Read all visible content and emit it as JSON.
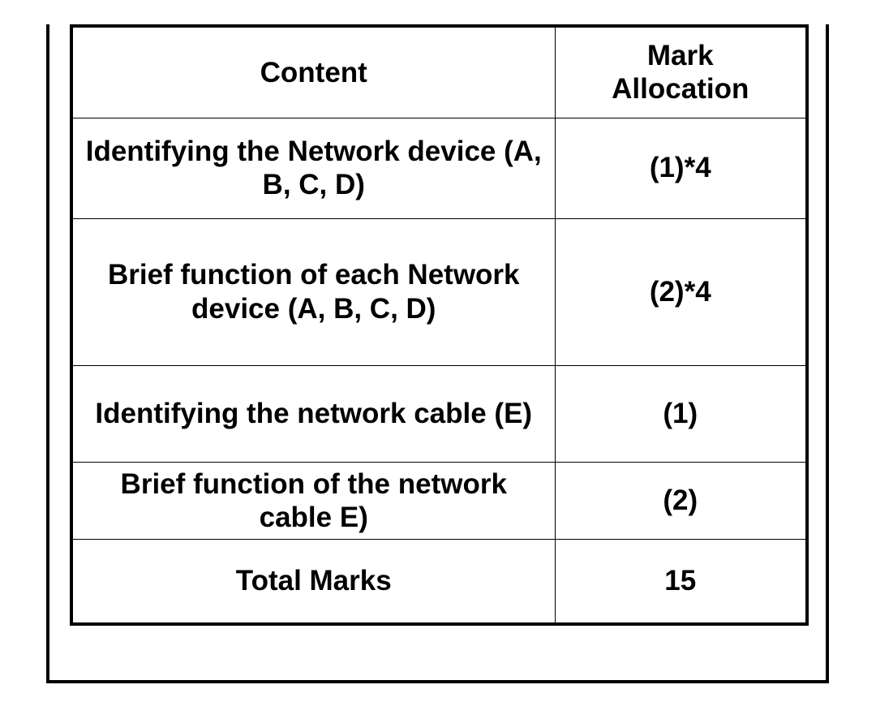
{
  "document": {
    "type": "marking-scheme-table",
    "background_color": "#ffffff",
    "text_color": "#000000",
    "border_color": "#000000"
  },
  "table": {
    "columns": [
      {
        "key": "content",
        "header": "Content"
      },
      {
        "key": "marks",
        "header": "Mark\nAllocation"
      }
    ],
    "header": {
      "content": "Content",
      "marks_line_1": "Mark",
      "marks_line_2": "Allocation"
    },
    "rows": [
      {
        "content": "Identifying the Network device (A, B, C, D)",
        "marks": "(1)*4"
      },
      {
        "content": "Brief function of each Network device (A, B, C, D)",
        "marks": "(2)*4"
      },
      {
        "content": "Identifying the network cable (E)",
        "marks": "(1)"
      },
      {
        "content": "Brief function of the network cable E)",
        "marks": "(2)"
      },
      {
        "content": "Total Marks",
        "marks": "15"
      }
    ]
  }
}
